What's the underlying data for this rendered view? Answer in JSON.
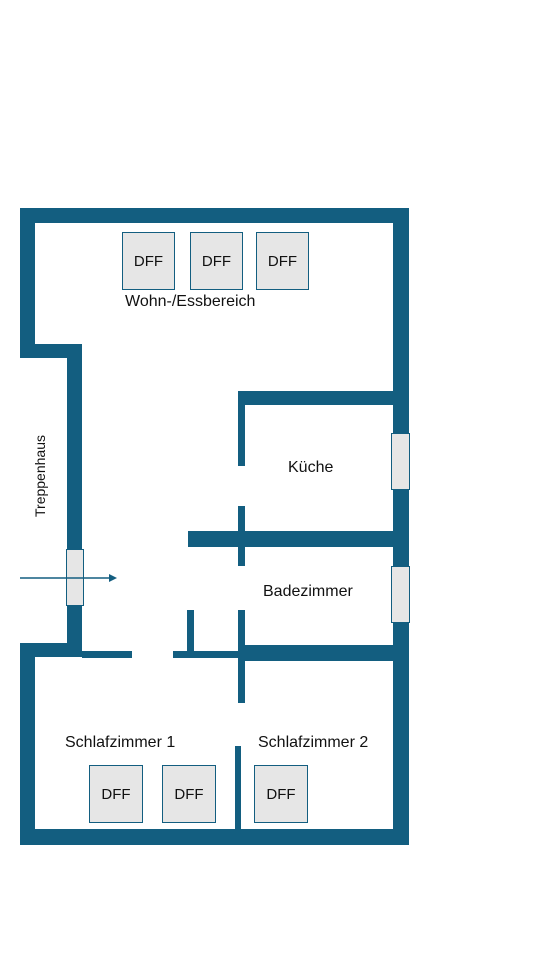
{
  "floorplan": {
    "wall_color": "#135e80",
    "panel_color": "#e6e6e6",
    "rooms": {
      "living": "Wohn-/Essbereich",
      "kitchen": "Küche",
      "bathroom": "Badezimmer",
      "bedroom1": "Schlafzimmer 1",
      "bedroom2": "Schlafzimmer 2",
      "stairwell": "Treppenhaus"
    },
    "windows": {
      "w1": "DFF",
      "w2": "DFF",
      "w3": "DFF",
      "w4": "DFF",
      "w5": "DFF",
      "w6": "DFF"
    }
  }
}
